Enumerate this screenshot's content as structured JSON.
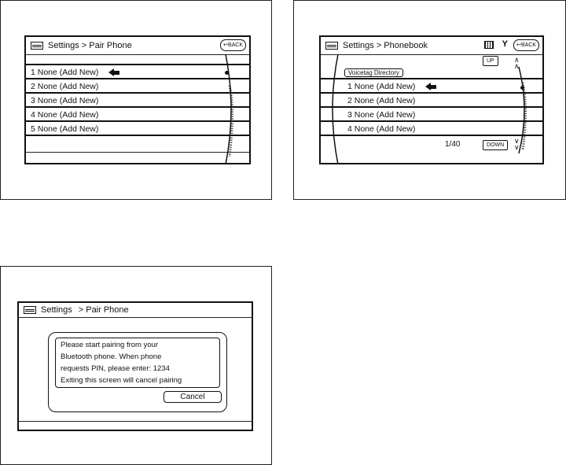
{
  "panel1": {
    "title": "Settings > Pair Phone",
    "back_label": "BACK",
    "rows": [
      "1 None (Add New)",
      "2 None (Add New)",
      "3 None (Add New)",
      "4 None (Add New)",
      "5 None (Add New)"
    ]
  },
  "panel2": {
    "title": "Settings > Phonebook",
    "back_label": "BACK",
    "up_label": "UP",
    "down_label": "DOWN",
    "voicetag_label": "Voicetag Directory",
    "rows": [
      "1 None (Add New)",
      "2 None (Add New)",
      "3 None (Add New)",
      "4 None (Add New)"
    ],
    "page_indicator": "1/40"
  },
  "panel3": {
    "title_a": "Settings",
    "title_b": "> Pair Phone",
    "dialog_lines": [
      "Please start pairing from your",
      "Bluetooth phone. When phone",
      "requests PIN, please enter: 1234",
      "Exiting this screen will cancel pairing"
    ],
    "cancel_label": "Cancel"
  },
  "icons": [
    "keyboard-icon",
    "back-arrow-icon",
    "selection-arrow-icon",
    "scroll-dot-icon",
    "battery-icon",
    "signal-icon",
    "chevron-up-icon",
    "chevron-down-icon"
  ]
}
